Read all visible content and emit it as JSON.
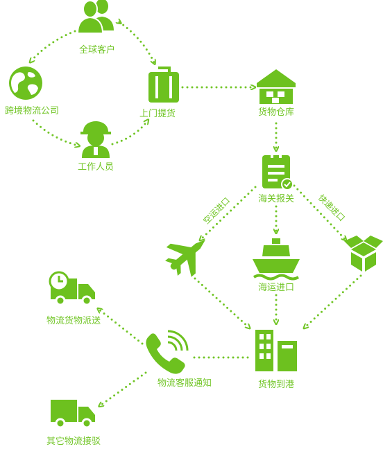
{
  "theme": {
    "accent": "#6dc11f",
    "background": "#ffffff"
  },
  "nodes": {
    "global_customers": {
      "label": "全球客户",
      "icon": "users-icon"
    },
    "cross_border_company": {
      "label": "跨境物流公司",
      "icon": "globe-icon"
    },
    "staff": {
      "label": "工作人员",
      "icon": "worker-icon"
    },
    "door_pickup": {
      "label": "上门提货",
      "icon": "luggage-icon"
    },
    "warehouse": {
      "label": "货物仓库",
      "icon": "warehouse-icon"
    },
    "customs": {
      "label": "海关报关",
      "icon": "clipboard-icon"
    },
    "sea_import": {
      "label": "海运进口",
      "icon": "ship-icon"
    },
    "airplane": {
      "label": "",
      "icon": "airplane-icon"
    },
    "package": {
      "label": "",
      "icon": "box-icon"
    },
    "arrival_port": {
      "label": "货物到港",
      "icon": "building-icon"
    },
    "cs_notify": {
      "label": "物流客服通知",
      "icon": "phone-icon"
    },
    "dispatch": {
      "label": "物流货物派送",
      "icon": "truck-clock-icon"
    },
    "other_pickup": {
      "label": "其它物流接驳",
      "icon": "truck-icon"
    }
  },
  "edge_labels": {
    "air_import": "空运进口",
    "express_import": "快递进口"
  }
}
